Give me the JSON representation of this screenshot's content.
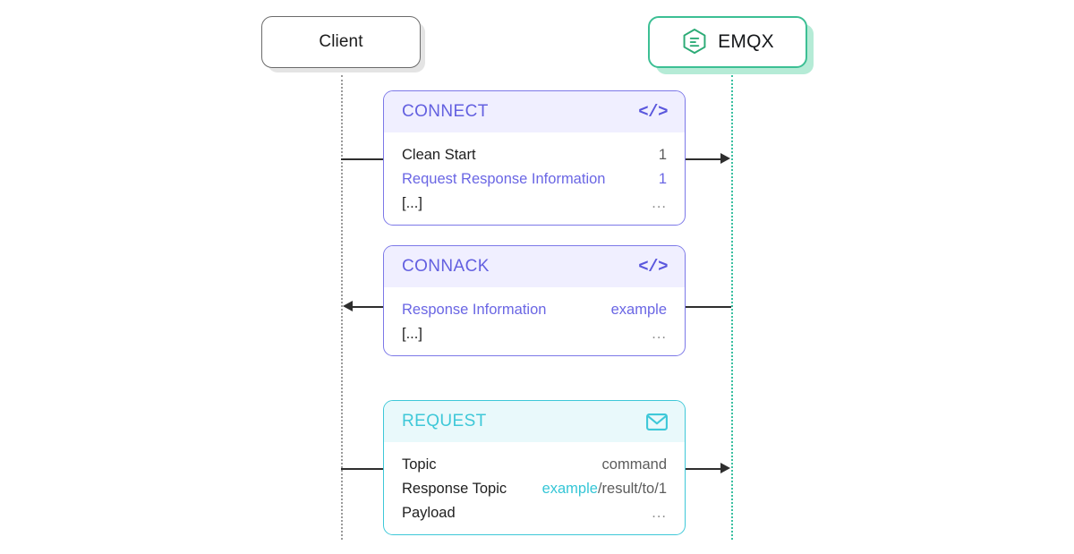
{
  "diagram": {
    "actors": {
      "client": {
        "label": "Client",
        "icon": ""
      },
      "broker": {
        "label": "EMQX",
        "icon": "emqx-hexagon-logo-icon"
      }
    },
    "colors": {
      "purple": "#6360e0",
      "purple_border": "#7c78e8",
      "purple_header_bg": "#f0efff",
      "teal": "#3ec8d8",
      "teal_header_bg": "#e9f9fb",
      "green": "#3cbf94",
      "client_border": "#6b6b6b",
      "lifeline_client": "#9a9a9a",
      "lifeline_broker": "#39bfa0",
      "arrow": "#2e2e2e",
      "text_dark": "#1f1f1f",
      "text_grey": "#5c5c5c"
    },
    "packets": [
      {
        "id": "connect",
        "title": "CONNECT",
        "icon": "code-brackets-icon",
        "icon_glyph": "</>",
        "theme": "purple",
        "direction": "client-to-broker",
        "rows": [
          {
            "key": "Clean Start",
            "key_color": "dark",
            "value": "1",
            "value_color": "grey"
          },
          {
            "key": "Request Response Information",
            "key_color": "purple",
            "value": "1",
            "value_color": "purple"
          },
          {
            "key": "[...]",
            "key_color": "dark",
            "value": "...",
            "value_color": "dots"
          }
        ]
      },
      {
        "id": "connack",
        "title": "CONNACK",
        "icon": "code-brackets-icon",
        "icon_glyph": "</>",
        "theme": "purple",
        "direction": "broker-to-client",
        "rows": [
          {
            "key": "Response Information",
            "key_color": "purple",
            "value": "example",
            "value_color": "purple"
          },
          {
            "key": "[...]",
            "key_color": "dark",
            "value": "...",
            "value_color": "dots"
          }
        ]
      },
      {
        "id": "request",
        "title": "REQUEST",
        "icon": "envelope-icon",
        "icon_glyph": "envelope",
        "theme": "teal",
        "direction": "client-to-broker",
        "rows": [
          {
            "key": "Topic",
            "key_color": "dark",
            "value": "command",
            "value_color": "grey"
          },
          {
            "key": "Response Topic",
            "key_color": "dark",
            "value_parts": [
              {
                "text": "example",
                "color": "teal"
              },
              {
                "text": "/result/to/1",
                "color": "grey"
              }
            ]
          },
          {
            "key": "Payload",
            "key_color": "dark",
            "value": "...",
            "value_color": "dots"
          }
        ]
      }
    ]
  }
}
